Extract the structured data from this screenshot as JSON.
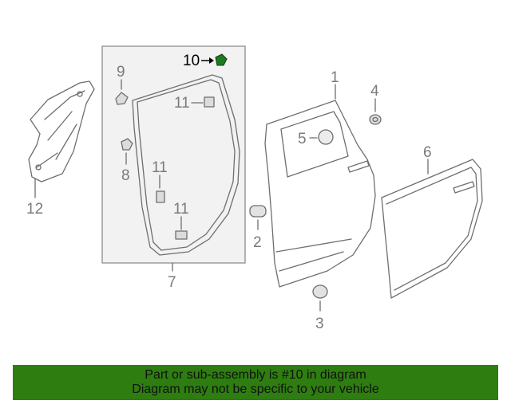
{
  "callouts": {
    "c1": "1",
    "c2": "2",
    "c3": "3",
    "c4": "4",
    "c5": "5",
    "c6": "6",
    "c7": "7",
    "c8": "8",
    "c9": "9",
    "c10": "10",
    "c11a": "11",
    "c11b": "11",
    "c11c": "11",
    "c12": "12"
  },
  "highlight_part": "10",
  "colors": {
    "banner": "#2e7d10",
    "highlight": "#1f7a1f",
    "line": "#6e6e6e"
  },
  "banner": {
    "line1": "Part or sub-assembly is #10 in diagram",
    "line2": "Diagram may not be specific to your vehicle"
  }
}
